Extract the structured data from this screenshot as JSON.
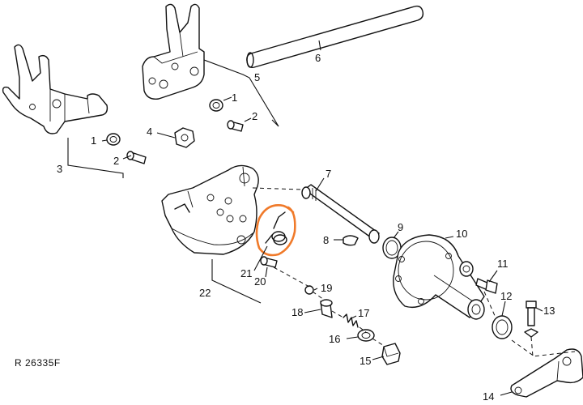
{
  "callouts": [
    {
      "id": "c1a",
      "text": "1"
    },
    {
      "id": "c1b",
      "text": "1"
    },
    {
      "id": "c2a",
      "text": "2"
    },
    {
      "id": "c2b",
      "text": "2"
    },
    {
      "id": "c3",
      "text": "3"
    },
    {
      "id": "c4",
      "text": "4"
    },
    {
      "id": "c5",
      "text": "5"
    },
    {
      "id": "c6",
      "text": "6"
    },
    {
      "id": "c7",
      "text": "7"
    },
    {
      "id": "c8",
      "text": "8"
    },
    {
      "id": "c9",
      "text": "9"
    },
    {
      "id": "c10",
      "text": "10"
    },
    {
      "id": "c11",
      "text": "11"
    },
    {
      "id": "c12",
      "text": "12"
    },
    {
      "id": "c13",
      "text": "13"
    },
    {
      "id": "c14",
      "text": "14"
    },
    {
      "id": "c15",
      "text": "15"
    },
    {
      "id": "c16",
      "text": "16"
    },
    {
      "id": "c17",
      "text": "17"
    },
    {
      "id": "c18",
      "text": "18"
    },
    {
      "id": "c19",
      "text": "19"
    },
    {
      "id": "c20",
      "text": "20"
    },
    {
      "id": "c21",
      "text": "21"
    },
    {
      "id": "c22",
      "text": "22"
    }
  ],
  "reference_code": "R 26335F",
  "highlight_color": "#f07a2a"
}
